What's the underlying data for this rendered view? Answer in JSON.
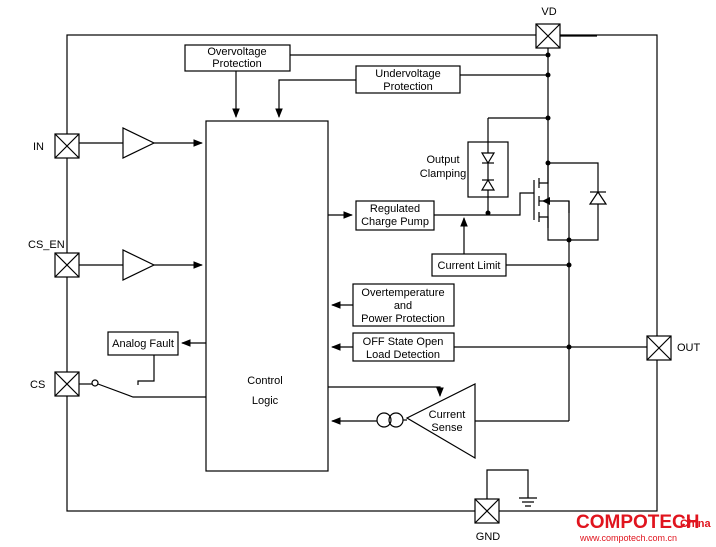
{
  "pins": {
    "vd": "VD",
    "in": "IN",
    "cs_en": "CS_EN",
    "cs": "CS",
    "out": "OUT",
    "gnd": "GND"
  },
  "blocks": {
    "overvoltage": [
      "Overvoltage",
      "Protection"
    ],
    "undervoltage": [
      "Undervoltage",
      "Protection"
    ],
    "output_clamping": [
      "Output",
      "Clamping"
    ],
    "charge_pump": [
      "Regulated",
      "Charge Pump"
    ],
    "current_limit": "Current Limit",
    "overtemp": [
      "Overtemperature",
      "and",
      "Power Protection"
    ],
    "off_state": [
      "OFF State Open",
      "Load Detection"
    ],
    "analog_fault": "Analog Fault",
    "control_logic": [
      "Control",
      "Logic"
    ],
    "current_sense": [
      "Current",
      "Sense"
    ]
  },
  "watermark": {
    "brand": "COMPOTECH",
    "region": "China",
    "url": "www.compotech.com.cn"
  }
}
